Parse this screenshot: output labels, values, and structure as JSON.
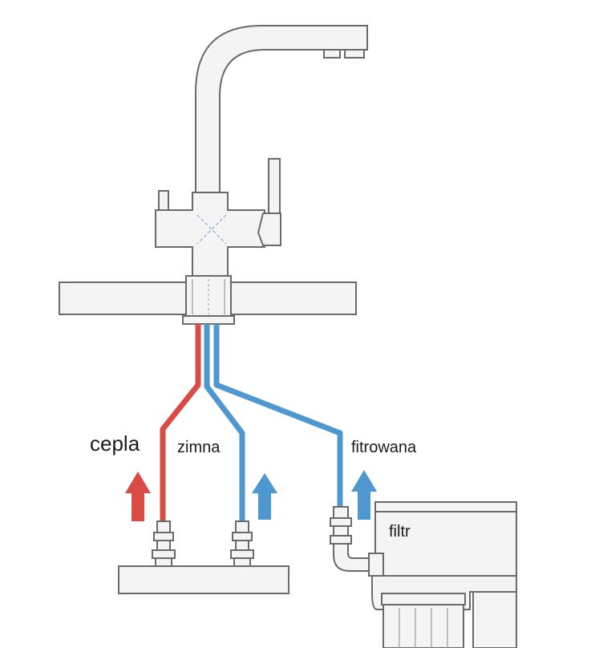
{
  "labels": {
    "warm": "cepla",
    "cold": "zimna",
    "filtered": "fitrowana",
    "filter": "filtr"
  },
  "colors": {
    "warm_line": "#d94c45",
    "cold_line": "#4f98cf",
    "outline": "#6a6a6a",
    "fill": "#f4f4f4"
  },
  "icons": [
    "faucet-icon",
    "arrow-up-icon",
    "connector-icon",
    "filter-unit-icon"
  ]
}
